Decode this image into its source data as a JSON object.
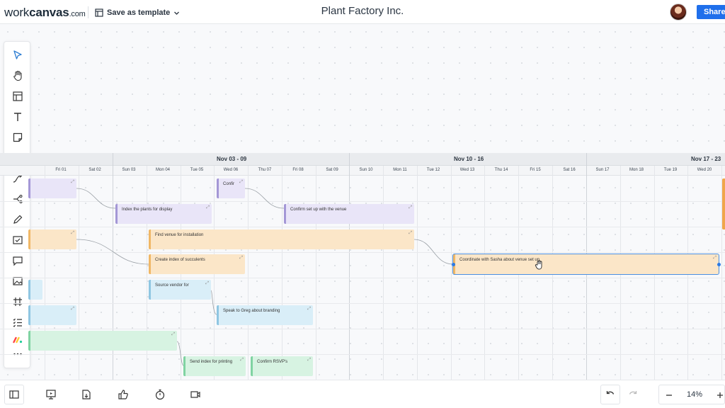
{
  "app": {
    "logo_bold": "workcanvas",
    "logo_suffix": ".com",
    "template_label": "Save as template",
    "doc_title": "Plant Factory Inc.",
    "share_label": "Share"
  },
  "toolbar": {
    "tools": [
      "select-pointer",
      "hand-pan",
      "template-layout",
      "text",
      "sticky-note",
      "shapes",
      "connector-line",
      "mind-map",
      "pen",
      "task-card",
      "comment",
      "image",
      "frame-grid",
      "checklist",
      "monday-logo",
      "more"
    ]
  },
  "timeline": {
    "weeks": [
      {
        "label": "Nov 03 - 09"
      },
      {
        "label": "Nov 10 - 16"
      },
      {
        "label": "Nov 17 - 23"
      }
    ],
    "days": [
      "Fri 01",
      "Sat 02",
      "Sun 03",
      "Mon 04",
      "Tue 05",
      "Wed 06",
      "Thu 07",
      "Fri 08",
      "Sat 09",
      "Sun 10",
      "Mon 11",
      "Tue 12",
      "Wed 13",
      "Thu 14",
      "Fri 15",
      "Sat 16",
      "Sun 17",
      "Mon 18",
      "Tue 19",
      "Wed 20"
    ],
    "tasks": [
      {
        "label": "",
        "color": "lavender"
      },
      {
        "label": "Confir",
        "color": "lavender"
      },
      {
        "label": "Index the plants for display",
        "color": "lavender"
      },
      {
        "label": "Confirm set up with the venue",
        "color": "lavender"
      },
      {
        "label": "",
        "color": "orange"
      },
      {
        "label": "Find venue for installation",
        "color": "orange"
      },
      {
        "label": "Create index of succulents",
        "color": "orange"
      },
      {
        "label": "Coordinate with Sasha about venue set up",
        "color": "orange",
        "selected": true
      },
      {
        "label": "",
        "color": "blue"
      },
      {
        "label": "Source vendor for",
        "color": "blue"
      },
      {
        "label": "",
        "color": "blue"
      },
      {
        "label": "Speak to Greg about branding",
        "color": "blue"
      },
      {
        "label": "",
        "color": "green"
      },
      {
        "label": "Send index for printing",
        "color": "green"
      },
      {
        "label": "Confirm RSVP's",
        "color": "green"
      }
    ]
  },
  "bottom": {
    "zoom": "14%",
    "buttons": [
      "panel-toggle",
      "present",
      "export",
      "reactions",
      "timer",
      "video"
    ]
  },
  "colors": {
    "accent": "#1f6feb",
    "lavender": "#a497d6",
    "orange": "#f0b766",
    "blue": "#8fc6e2",
    "green": "#80d3a2"
  }
}
